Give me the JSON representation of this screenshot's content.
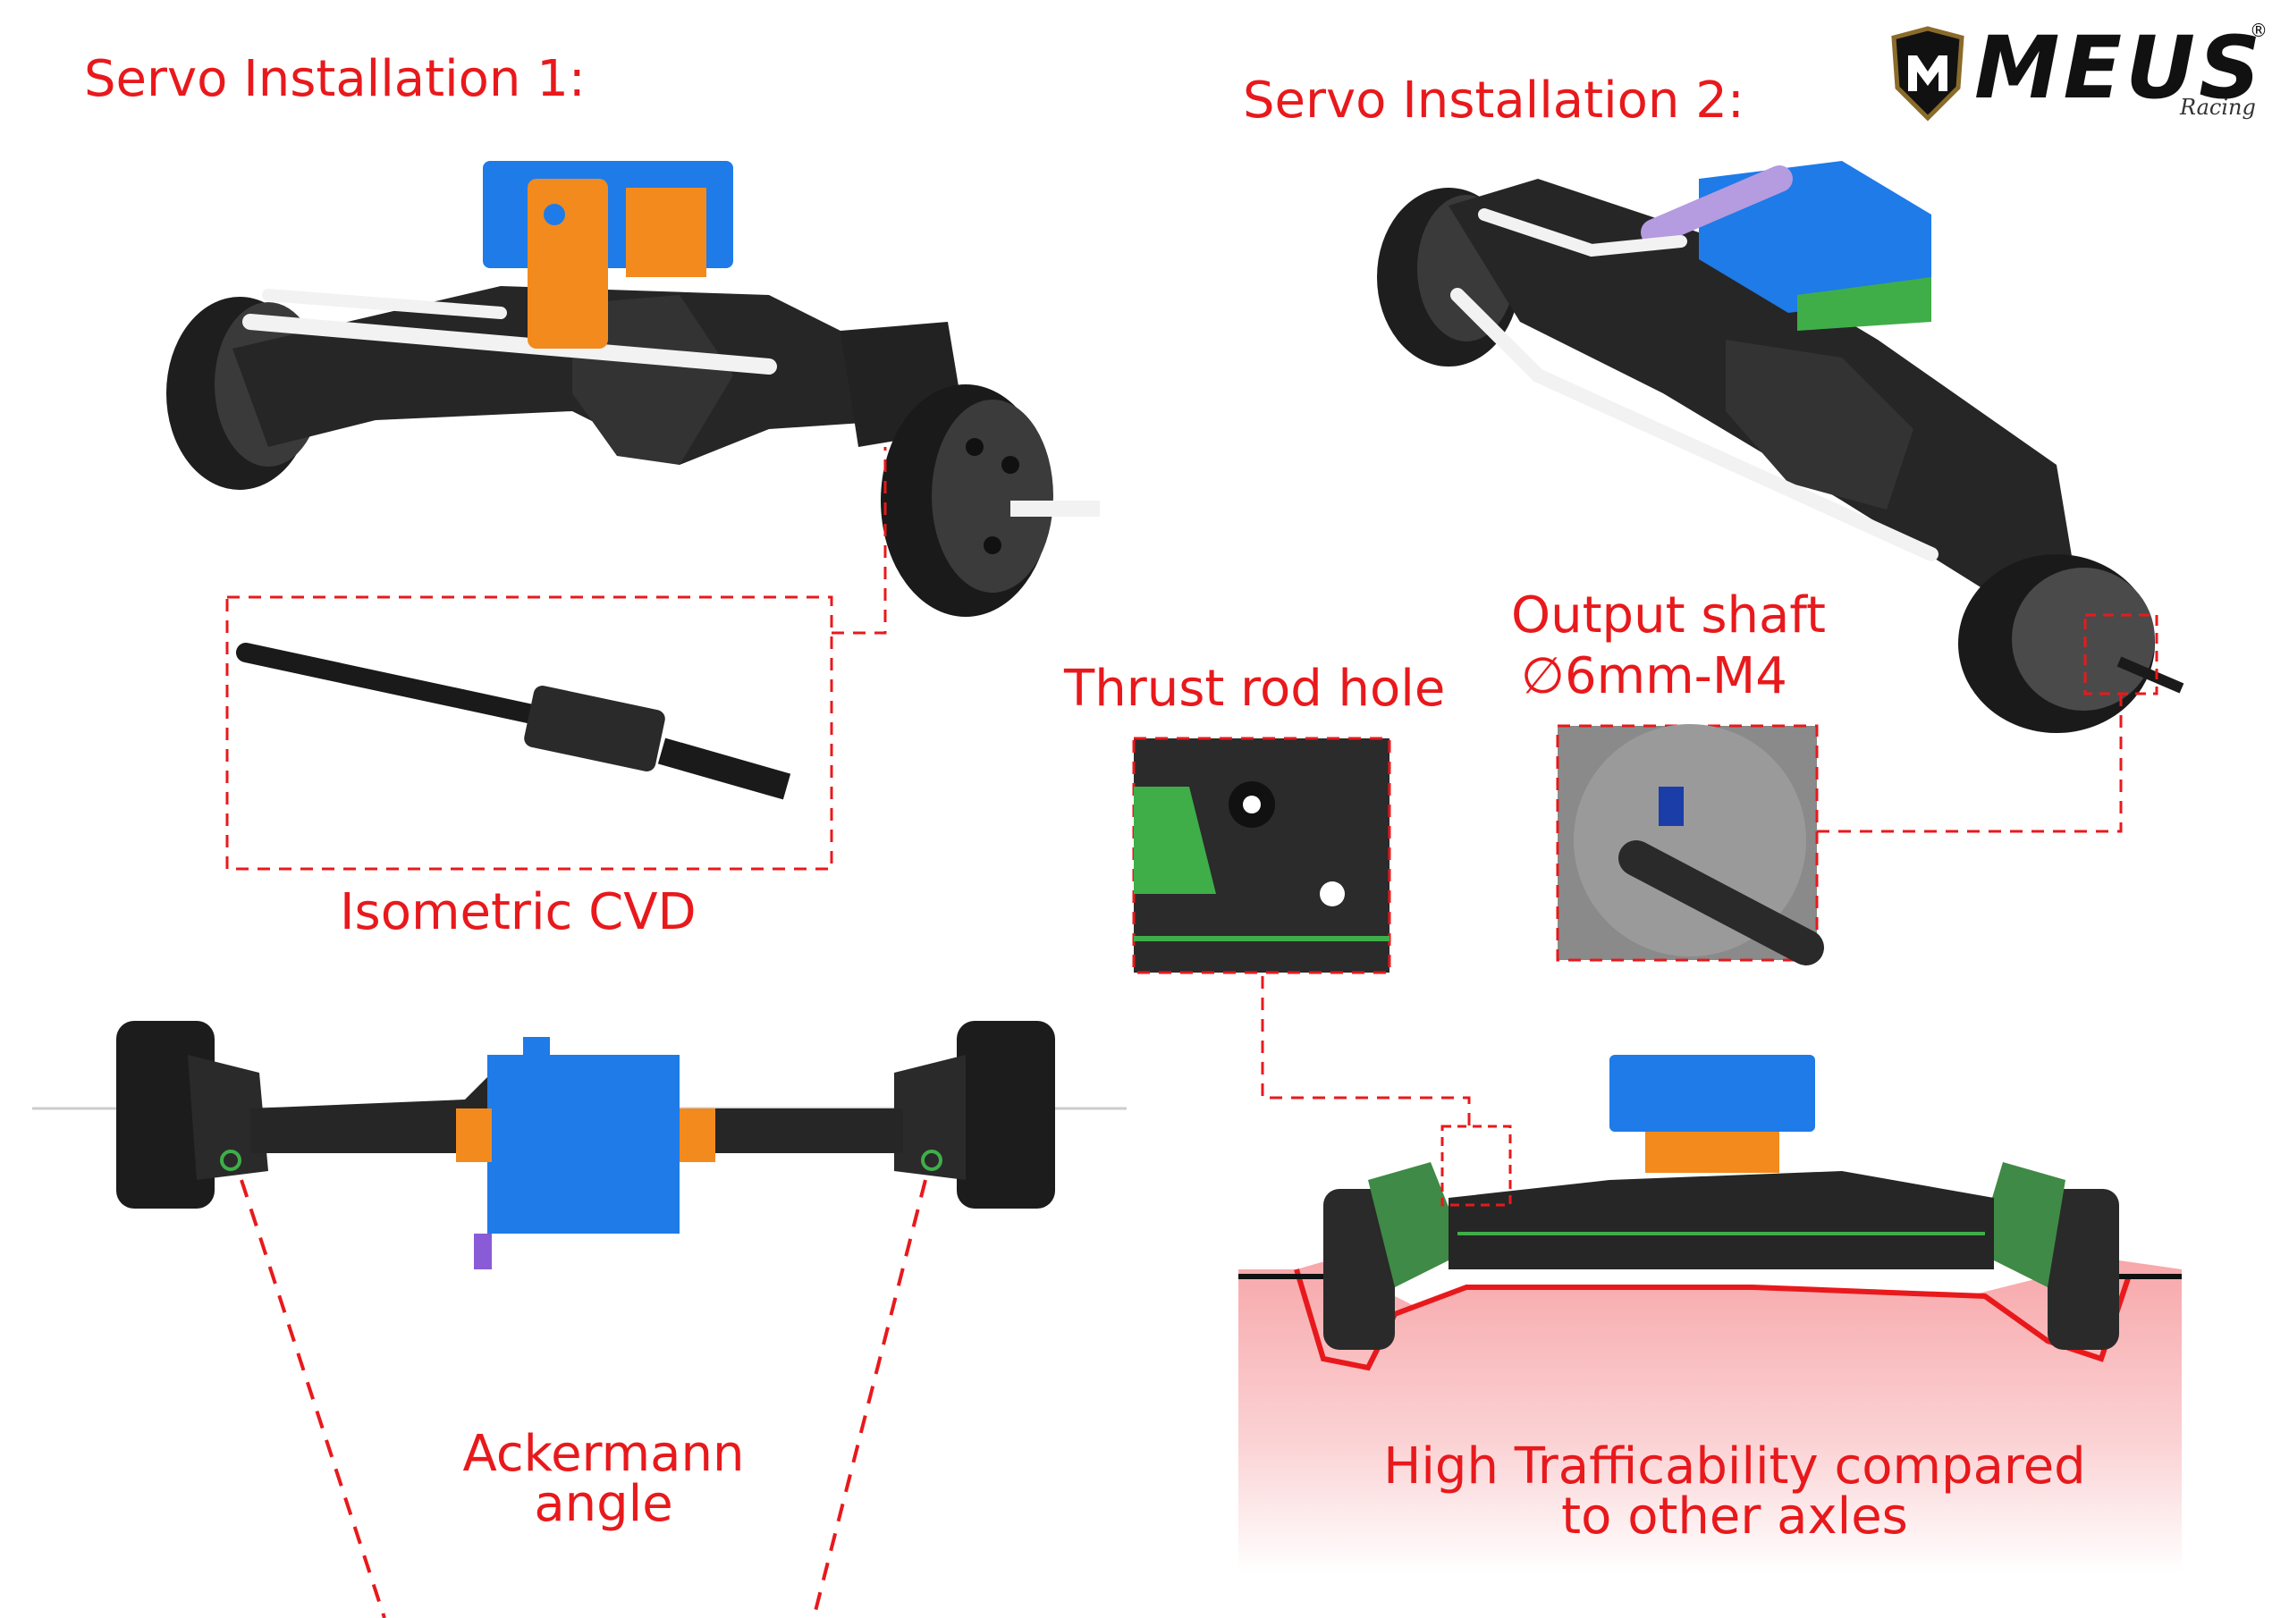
{
  "brand": {
    "name": "MEUS",
    "sub": "Racing",
    "reg": "®",
    "accent": "#e8191c"
  },
  "titles": {
    "servo1": "Servo Installation 1:",
    "servo2": "Servo Installation 2:"
  },
  "callouts": {
    "cvd": "Isometric CVD",
    "thrust": "Thrust rod hole",
    "output_line1": "Output shaft",
    "output_line2": "∅6mm-M4",
    "ackermann_line1": "Ackermann",
    "ackermann_line2": "angle",
    "traffic_line1": "High Trafficability compared",
    "traffic_line2": "to other axles"
  },
  "colors": {
    "axle": "#2a2a2a",
    "servo_blue": "#1e7be8",
    "servo_orange": "#f28a1e",
    "green_frame": "#3fae49",
    "purple_horn": "#b59be0",
    "white_rod": "#f2f2f2"
  }
}
